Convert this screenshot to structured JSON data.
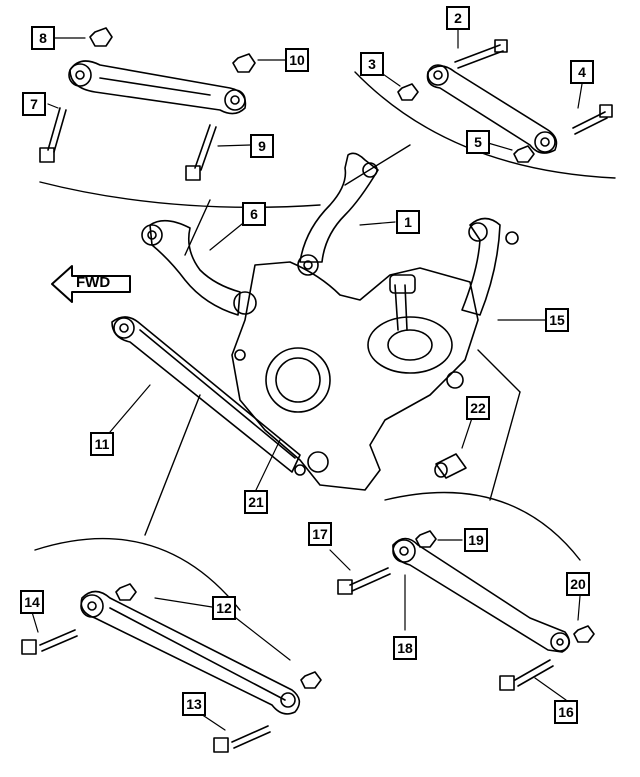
{
  "direction_label": "FWD",
  "callouts": {
    "c1": "1",
    "c2": "2",
    "c3": "3",
    "c4": "4",
    "c5": "5",
    "c6": "6",
    "c7": "7",
    "c8": "8",
    "c9": "9",
    "c10": "10",
    "c11": "11",
    "c12": "12",
    "c13": "13",
    "c14": "14",
    "c15": "15",
    "c16": "16",
    "c17": "17",
    "c18": "18",
    "c19": "19",
    "c20": "20",
    "c21": "21",
    "c22": "22"
  }
}
